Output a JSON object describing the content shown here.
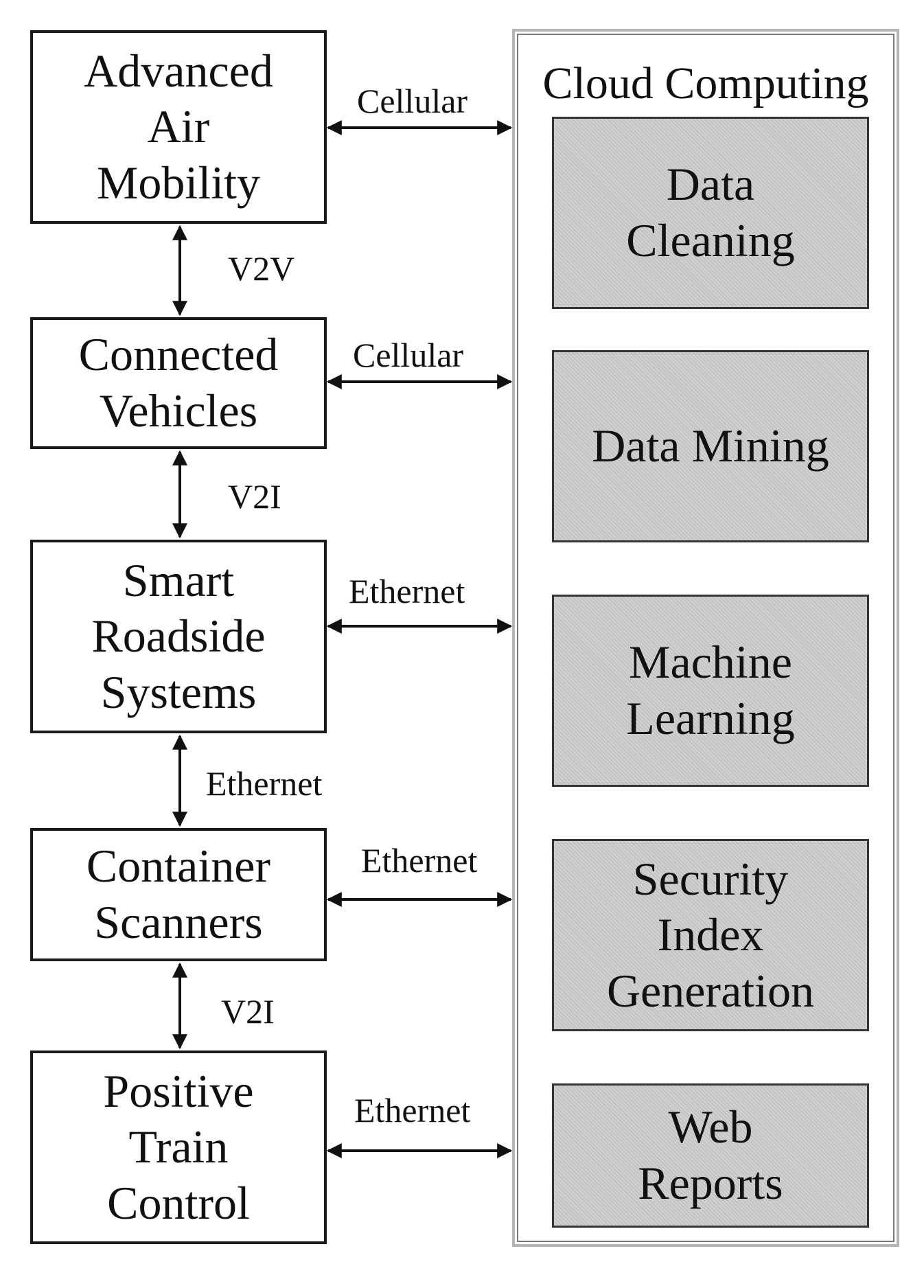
{
  "nodes": {
    "aam": {
      "lines": [
        "Advanced",
        "Air",
        "Mobility"
      ]
    },
    "cv": {
      "lines": [
        "Connected",
        "Vehicles"
      ]
    },
    "srs": {
      "lines": [
        "Smart",
        "Roadside",
        "Systems"
      ]
    },
    "cs": {
      "lines": [
        "Container",
        "Scanners"
      ]
    },
    "ptc": {
      "lines": [
        "Positive",
        "Train",
        "Control"
      ]
    }
  },
  "cloud": {
    "title": "Cloud Computing",
    "processes": [
      {
        "lines": [
          "Data",
          "Cleaning"
        ]
      },
      {
        "lines": [
          "Data Mining"
        ]
      },
      {
        "lines": [
          "Machine",
          "Learning"
        ]
      },
      {
        "lines": [
          "Security",
          "Index",
          "Generation"
        ]
      },
      {
        "lines": [
          "Web",
          "Reports"
        ]
      }
    ]
  },
  "links": {
    "aam_cloud": "Cellular",
    "aam_cv": "V2V",
    "cv_cloud": "Cellular",
    "cv_srs": "V2I",
    "srs_cloud": "Ethernet",
    "srs_cs": "Ethernet",
    "cs_cloud": "Ethernet",
    "cs_ptc": "V2I",
    "ptc_cloud": "Ethernet"
  },
  "colors": {
    "box_border": "#1a1a1a",
    "process_fill": "#cfcfcf",
    "cloud_border": "#b5b5b5"
  }
}
